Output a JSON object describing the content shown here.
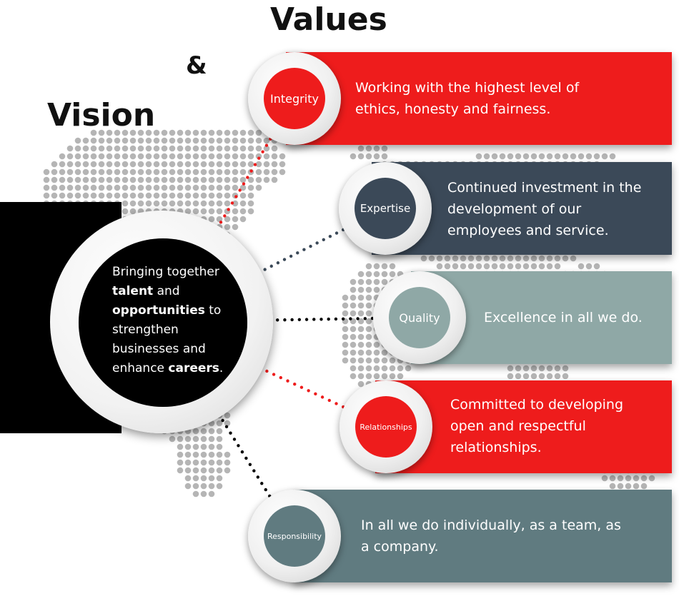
{
  "title": {
    "line1": "Values",
    "line2": "&",
    "line3": "Vision"
  },
  "vision": {
    "parts": [
      "Bringing together ",
      "talent",
      " and ",
      "opportunities",
      " to strengthen businesses and enhance ",
      "careers",
      "."
    ]
  },
  "values": [
    {
      "name": "Integrity",
      "description": "Working with the highest level of ethics, honesty and fairness.",
      "color": "#ee1c1c"
    },
    {
      "name": "Expertise",
      "description": "Continued investment in the development of our employees and service.",
      "color": "#3b4958"
    },
    {
      "name": "Quality",
      "description": "Excellence in all we do.",
      "color": "#8fa8a6"
    },
    {
      "name": "Relationships",
      "description": "Committed to developing open and respectful relationships.",
      "color": "#ee1c1c"
    },
    {
      "name": "Responsibility",
      "description": "In all we do individually, as a team, as a company.",
      "color": "#607b80"
    }
  ]
}
